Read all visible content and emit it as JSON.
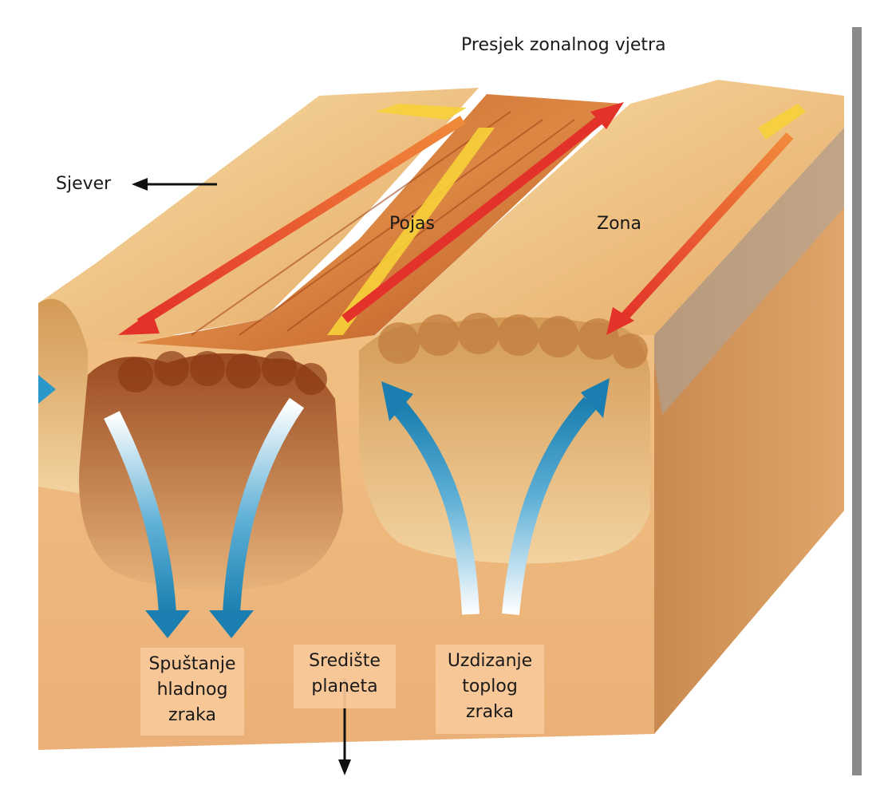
{
  "labels": {
    "title": "Presjek zonalnog vjetra",
    "north": "Sjever",
    "belt": "Pojas",
    "zone": "Zona",
    "sink": {
      "line1": "Spuštanje",
      "line2": "hladnog",
      "line3": "zraka"
    },
    "center": {
      "line1": "Središte",
      "line2": "planeta"
    },
    "rise": {
      "line1": "Uzdizanje",
      "line2": "toplog",
      "line3": "zraka"
    }
  },
  "colors": {
    "belt_dark": "#b5541c",
    "belt_mid": "#d8783a",
    "zone_light": "#f2c98a",
    "cut_face": "#e9b070",
    "side_face": "#d79a5a",
    "wind_arrow": "#e23a2a",
    "jet_highlight": "#f8d33a",
    "airflow_arrow": "#1a7fb0",
    "border": "#7a7a7a"
  }
}
